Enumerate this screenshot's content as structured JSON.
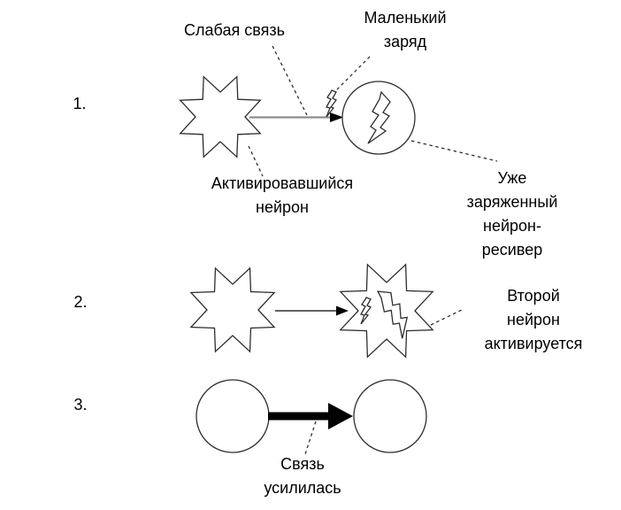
{
  "colors": {
    "background": "#ffffff",
    "line": "#2e2e2e",
    "text": "#000000",
    "weak_arrow": "#8c8c8c",
    "strong_arrow": "#000000"
  },
  "steps": [
    {
      "number": "1."
    },
    {
      "number": "2."
    },
    {
      "number": "3."
    }
  ],
  "callouts": {
    "weak_link": "Слабая связь",
    "small_charge": "Маленький\nзаряд",
    "activated_neuron": "Активировавшийся\nнейрон",
    "charged_receiver": "Уже заряженный\nнейрон-ресивер",
    "second_neuron": "Второй нейрон\nактивируется",
    "link_strengthened": "Связь\nусилилась"
  },
  "icons": {
    "neuron-star-icon": "8-point burst star outline",
    "neuron-circle-icon": "circle outline",
    "lightning-bolt-icon": "jagged lightning bolt outline",
    "small-charge-bolt-icon": "small doodle lightning bolt",
    "weak-connection-arrow-icon": "thin gray right arrow",
    "connection-arrow-icon": "thin black right arrow",
    "strong-connection-arrow-icon": "thick black right arrow",
    "callout-line-icon": "dashed leader line"
  }
}
